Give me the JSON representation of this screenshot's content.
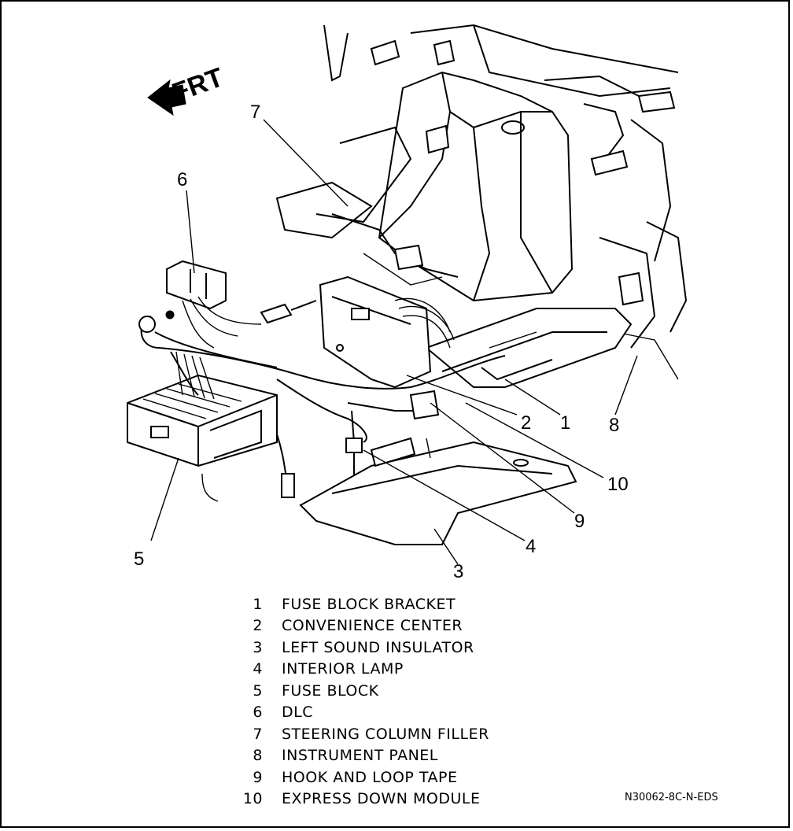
{
  "direction_label": "FRT",
  "callouts": {
    "c1": "1",
    "c2": "2",
    "c3": "3",
    "c4": "4",
    "c5": "5",
    "c6": "6",
    "c7": "7",
    "c8": "8",
    "c9": "9",
    "c10": "10"
  },
  "legend": [
    {
      "num": "1",
      "label": "FUSE BLOCK BRACKET"
    },
    {
      "num": "2",
      "label": "CONVENIENCE CENTER"
    },
    {
      "num": "3",
      "label": "LEFT SOUND INSULATOR"
    },
    {
      "num": "4",
      "label": "INTERIOR LAMP"
    },
    {
      "num": "5",
      "label": "FUSE BLOCK"
    },
    {
      "num": "6",
      "label": "DLC"
    },
    {
      "num": "7",
      "label": "STEERING COLUMN FILLER"
    },
    {
      "num": "8",
      "label": "INSTRUMENT PANEL"
    },
    {
      "num": "9",
      "label": "HOOK AND LOOP TAPE"
    },
    {
      "num": "10",
      "label": "EXPRESS DOWN MODULE"
    }
  ],
  "figure_code": "N30062-8C-N-EDS"
}
